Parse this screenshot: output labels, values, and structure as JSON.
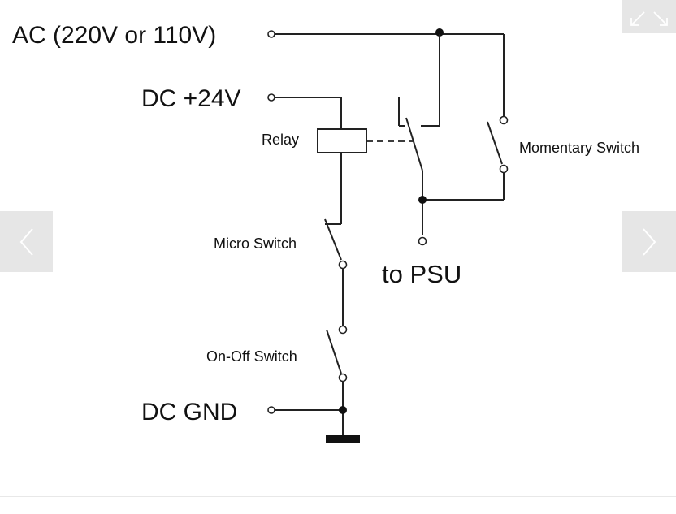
{
  "diagram": {
    "labels": {
      "ac": "AC (220V or 110V)",
      "dc24": "DC +24V",
      "relay": "Relay",
      "momentary": "Momentary Switch",
      "micro": "Micro Switch",
      "psu": "to PSU",
      "onoff": "On-Off Switch",
      "gnd": "DC GND"
    }
  },
  "controls": {
    "prev_icon": "chevron-left-icon",
    "next_icon": "chevron-right-icon",
    "expand_icon": "expand-arrows-icon"
  },
  "colors": {
    "control_bg": "#e6e6e6",
    "control_icon": "#ffffff",
    "line": "#222222"
  }
}
